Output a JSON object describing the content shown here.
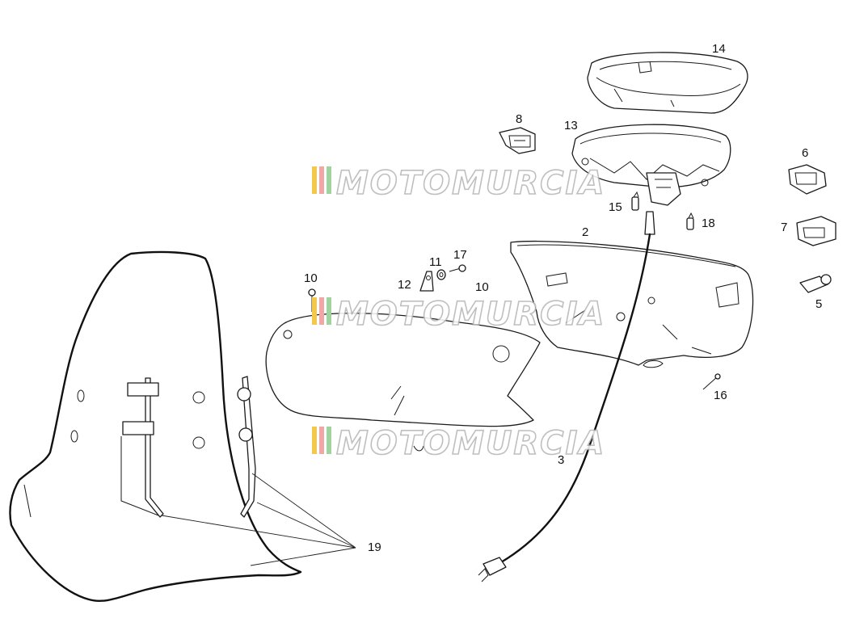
{
  "watermark": {
    "text": "MOTOMURCIA",
    "stripe_colors": [
      "#f2c94c",
      "#f4a6a6",
      "#9fd49f"
    ]
  },
  "labels": {
    "p2": "2",
    "p3": "3",
    "p5": "5",
    "p6": "6",
    "p7": "7",
    "p8": "8",
    "p10a": "10",
    "p10b": "10",
    "p11": "11",
    "p12": "12",
    "p13": "13",
    "p14": "14",
    "p15": "15",
    "p16": "16",
    "p17": "17",
    "p18": "18",
    "p19": "19"
  }
}
